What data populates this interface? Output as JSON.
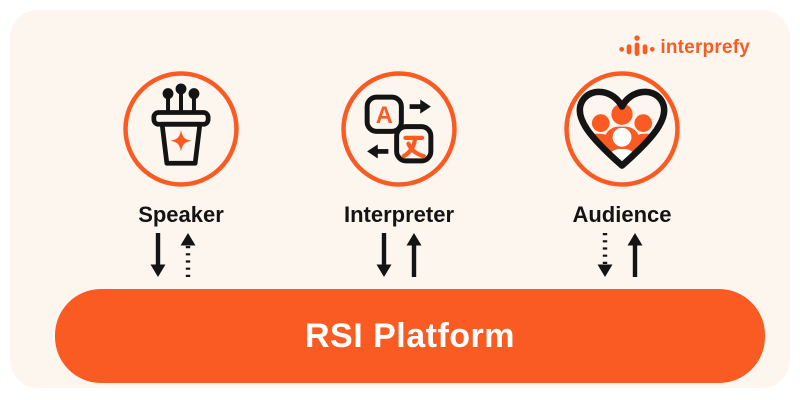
{
  "brand": {
    "name": "interprefy",
    "logo_icon": "soundwave-icon"
  },
  "platform": {
    "label": "RSI Platform"
  },
  "entities": [
    {
      "label": "Speaker",
      "icon": "podium-microphones-icon",
      "audio_to_platform": "solid",
      "audio_from_platform": "dotted"
    },
    {
      "label": "Interpreter",
      "icon": "language-translation-icon",
      "letter": "A",
      "audio_to_platform": "solid",
      "audio_from_platform": "solid"
    },
    {
      "label": "Audience",
      "icon": "heart-audience-icon",
      "audio_to_platform": "dotted",
      "audio_from_platform": "solid"
    }
  ],
  "colors": {
    "accent_orange": "#F95B22",
    "panel_background": "#FDF6EE",
    "outer_background": "#FFFFFF",
    "text_black": "#141414",
    "platform_text": "#FFFFFF"
  }
}
